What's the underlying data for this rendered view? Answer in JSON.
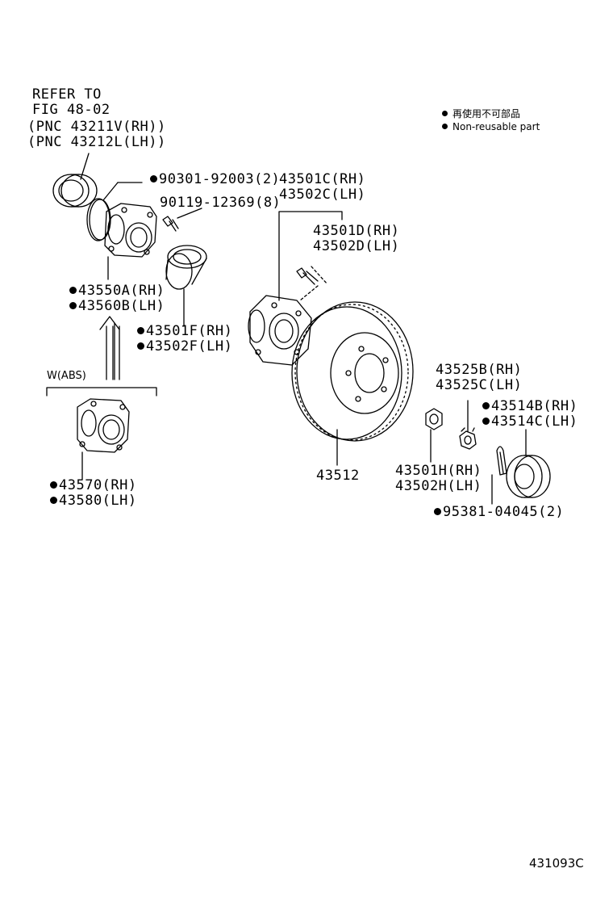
{
  "refer": {
    "line1": "REFER TO",
    "line2": "FIG 48-02",
    "line3": "(PNC 43211V(RH))",
    "line4": "(PNC 43212L(LH))"
  },
  "legend": {
    "jp": "再使用不可部品",
    "en": "Non-reusable part"
  },
  "parts": {
    "p90301": "90301-92003(2)",
    "p90119": "90119-12369(8)",
    "p43550a": "43550A(RH)",
    "p43560b": "43560B(LH)",
    "p43501f": "43501F(RH)",
    "p43502f": "43502F(LH)",
    "p43501c": "43501C(RH)",
    "p43502c": "43502C(LH)",
    "p43501d": "43501D(RH)",
    "p43502d": "43502D(LH)",
    "p43512": "43512",
    "p43525b": "43525B(RH)",
    "p43525c": "43525C(LH)",
    "p43514b": "43514B(RH)",
    "p43514c": "43514C(LH)",
    "p43501h": "43501H(RH)",
    "p43502h": "43502H(LH)",
    "p95381": "95381-04045(2)",
    "p43570": "43570(RH)",
    "p43580": "43580(LH)"
  },
  "abs_label": "W(ABS)",
  "figure_id": "431093C",
  "non_reusable_marker": "filled-circle-bullet"
}
